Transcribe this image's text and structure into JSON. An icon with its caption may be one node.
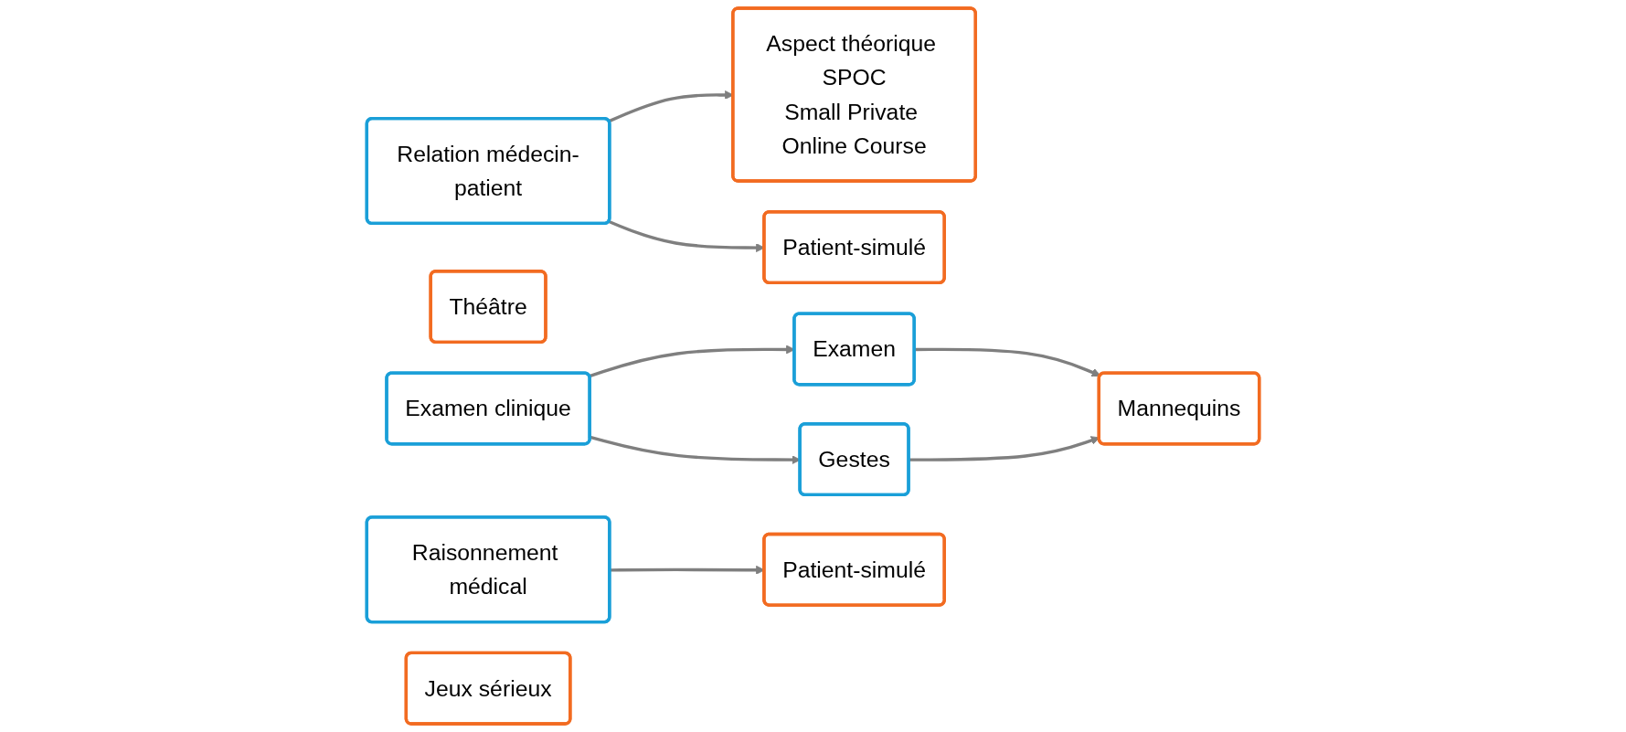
{
  "diagram": {
    "nodes": [
      {
        "text": [
          "Relation médecin-patient"
        ]
      },
      {
        "text": [
          "Aspect théorique SPOC",
          "Small Private Online Course"
        ]
      },
      {
        "text": [
          "Patient-simulé"
        ]
      },
      {
        "text": [
          "Théâtre"
        ]
      },
      {
        "text": [
          "Examen clinique"
        ]
      },
      {
        "text": [
          "Examen"
        ]
      },
      {
        "text": [
          "Gestes"
        ]
      },
      {
        "text": [
          "Mannequins"
        ]
      },
      {
        "text": [
          "Raisonnement médical"
        ]
      },
      {
        "text": [
          "Patient-simulé"
        ]
      },
      {
        "text": [
          "Jeux sérieux"
        ]
      }
    ],
    "edges": [
      {
        "from": 0,
        "to": 1,
        "arrow": "to"
      },
      {
        "from": 0,
        "to": 2,
        "arrow": "to"
      },
      {
        "from": 4,
        "to": 5,
        "arrow": "to"
      },
      {
        "from": 4,
        "to": 6,
        "arrow": "to"
      },
      {
        "from": 5,
        "to": 7,
        "arrow": "to"
      },
      {
        "from": 6,
        "to": 7,
        "arrow": "to"
      },
      {
        "from": 8,
        "to": 9,
        "arrow": "to"
      }
    ]
  }
}
